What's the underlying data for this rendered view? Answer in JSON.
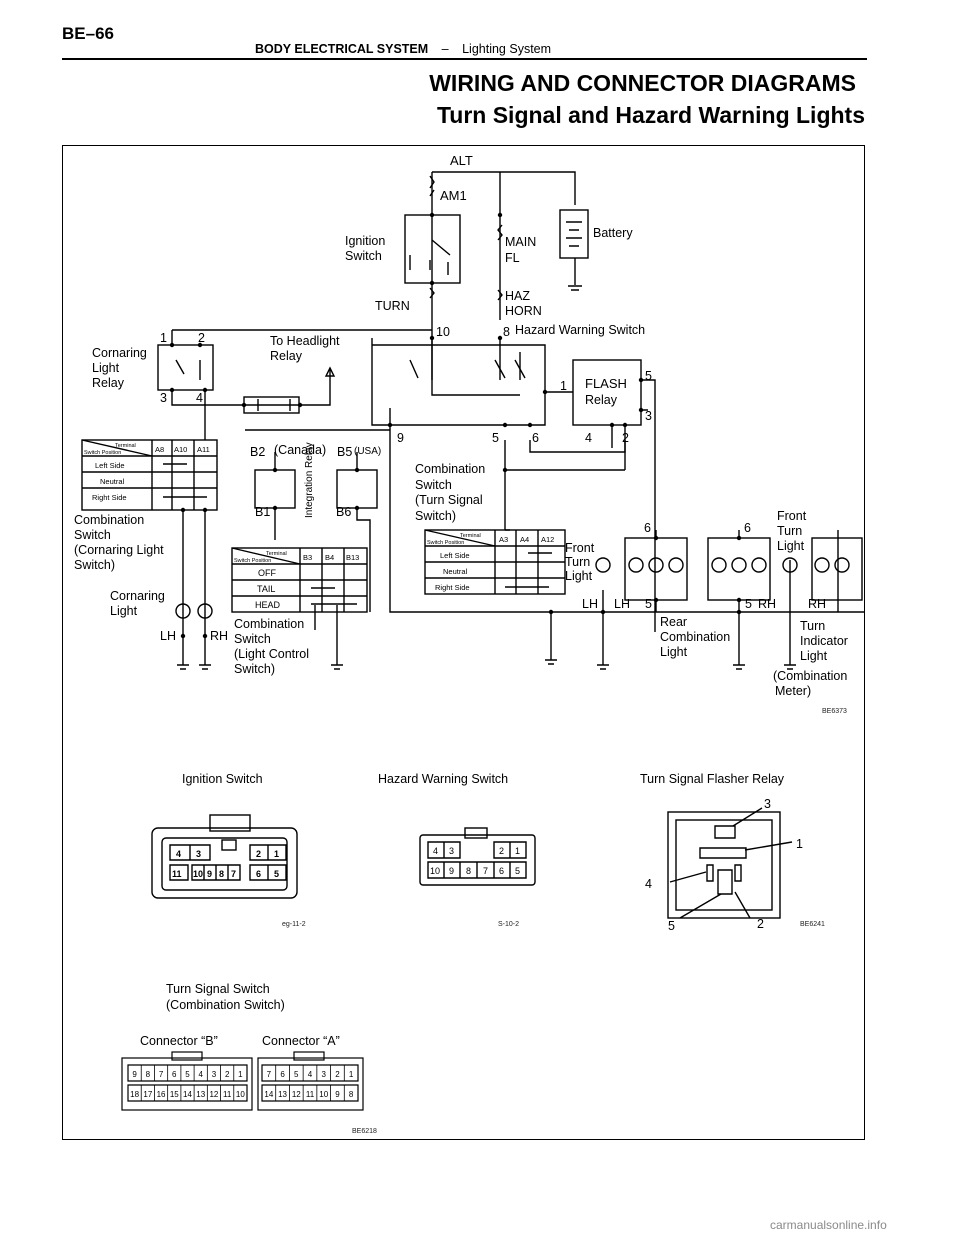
{
  "header": {
    "page_number": "BE–66",
    "section": "BODY ELECTRICAL SYSTEM",
    "separator": "–",
    "subsection": "Lighting System"
  },
  "title": {
    "line1": "WIRING AND CONNECTOR DIAGRAMS",
    "line2": "Turn Signal and Hazard Warning Lights"
  },
  "wiring": {
    "alt": "ALT",
    "am1": "AM1",
    "ignition_switch": [
      "Ignition",
      "Switch"
    ],
    "battery": "Battery",
    "main_fl": [
      "MAIN",
      "FL"
    ],
    "turn": "TURN",
    "haz_horn": [
      "HAZ",
      "HORN"
    ],
    "hazard_warning_switch": "Hazard Warning Switch",
    "cornering_light_relay": [
      "Cornaring",
      "Light",
      "Relay"
    ],
    "to_headlight_relay": [
      "To Headlight",
      "Relay"
    ],
    "flash_relay": [
      "FLASH",
      "Relay"
    ],
    "canada": "(Canada)",
    "usa": "(USA)",
    "integration_relay": "Integration Relay",
    "combination_switch_turn": [
      "Combination",
      "Switch",
      "(Turn Signal",
      "Switch)"
    ],
    "combination_switch_cornering": [
      "Combination",
      "Switch",
      "(Cornaring Light",
      "Switch)"
    ],
    "cornering_light": [
      "Cornaring",
      "Light"
    ],
    "combination_switch_light": [
      "Combination",
      "Switch",
      "(Light Control",
      "Switch)"
    ],
    "front_turn_light_lh": [
      "Front",
      "Turn",
      "Light"
    ],
    "front_turn_light_rh": [
      "Front",
      "Turn",
      "Light"
    ],
    "rear_combination_light": [
      "Rear",
      "Combination",
      "Light"
    ],
    "turn_indicator_light": [
      "Turn",
      "Indicator",
      "Light",
      "(Combination",
      "Meter)"
    ],
    "lh": "LH",
    "rh": "RH",
    "terminals": {
      "t1": "1",
      "t2": "2",
      "t3": "3",
      "t4": "4",
      "t5": "5",
      "t6": "6",
      "t8": "8",
      "t9": "9",
      "t10": "10",
      "b1": "B1",
      "b2": "B2",
      "b5": "B5",
      "b6": "B6"
    },
    "code": "BE6373"
  },
  "tables": {
    "corner": {
      "terminal": "Terminal",
      "switch_position": "Switch Position",
      "headers": [
        "A8",
        "A10",
        "A11"
      ],
      "rows": [
        "Left Side",
        "Neutral",
        "Right Side"
      ]
    },
    "turn": {
      "terminal": "Terminal",
      "switch_position": "Switch Position",
      "headers": [
        "A3",
        "A4",
        "A12"
      ],
      "rows": [
        "Left Side",
        "Neutral",
        "Right Side"
      ]
    },
    "light": {
      "terminal": "Terminal",
      "switch_position": "Switch Position",
      "headers": [
        "B3",
        "B4",
        "B13"
      ],
      "rows": [
        "OFF",
        "TAIL",
        "HEAD"
      ]
    }
  },
  "connectors": {
    "ignition": {
      "title": "Ignition Switch",
      "top_left": [
        "4",
        "3"
      ],
      "top_right": [
        "2",
        "1"
      ],
      "bottom_left": [
        "11"
      ],
      "bottom_mid": [
        "10",
        "9",
        "8",
        "7"
      ],
      "bottom_right": [
        "6",
        "5"
      ],
      "code": "eg-11-2"
    },
    "hazard": {
      "title": "Hazard Warning Switch",
      "top_left": [
        "4",
        "3"
      ],
      "top_right": [
        "2",
        "1"
      ],
      "bottom": [
        "10",
        "9",
        "8",
        "7",
        "6",
        "5"
      ],
      "code": "S-10-2"
    },
    "flasher": {
      "title": "Turn Signal Flasher Relay",
      "pins": [
        "1",
        "2",
        "3",
        "4",
        "5"
      ],
      "code": "BE6241"
    },
    "turn_switch": {
      "title": [
        "Turn Signal Switch",
        "(Combination Switch)"
      ],
      "connector_b": "Connector “B”",
      "connector_a": "Connector “A”",
      "b_top": [
        "9",
        "8",
        "7",
        "6",
        "5",
        "4",
        "3",
        "2",
        "1"
      ],
      "b_bottom": [
        "18",
        "17",
        "16",
        "15",
        "14",
        "13",
        "12",
        "11",
        "10"
      ],
      "a_top": [
        "7",
        "6",
        "5",
        "4",
        "3",
        "2",
        "1"
      ],
      "a_bottom": [
        "14",
        "13",
        "12",
        "11",
        "10",
        "9",
        "8"
      ],
      "code": "BE6218"
    }
  },
  "watermark": "carmanualsonline.info"
}
